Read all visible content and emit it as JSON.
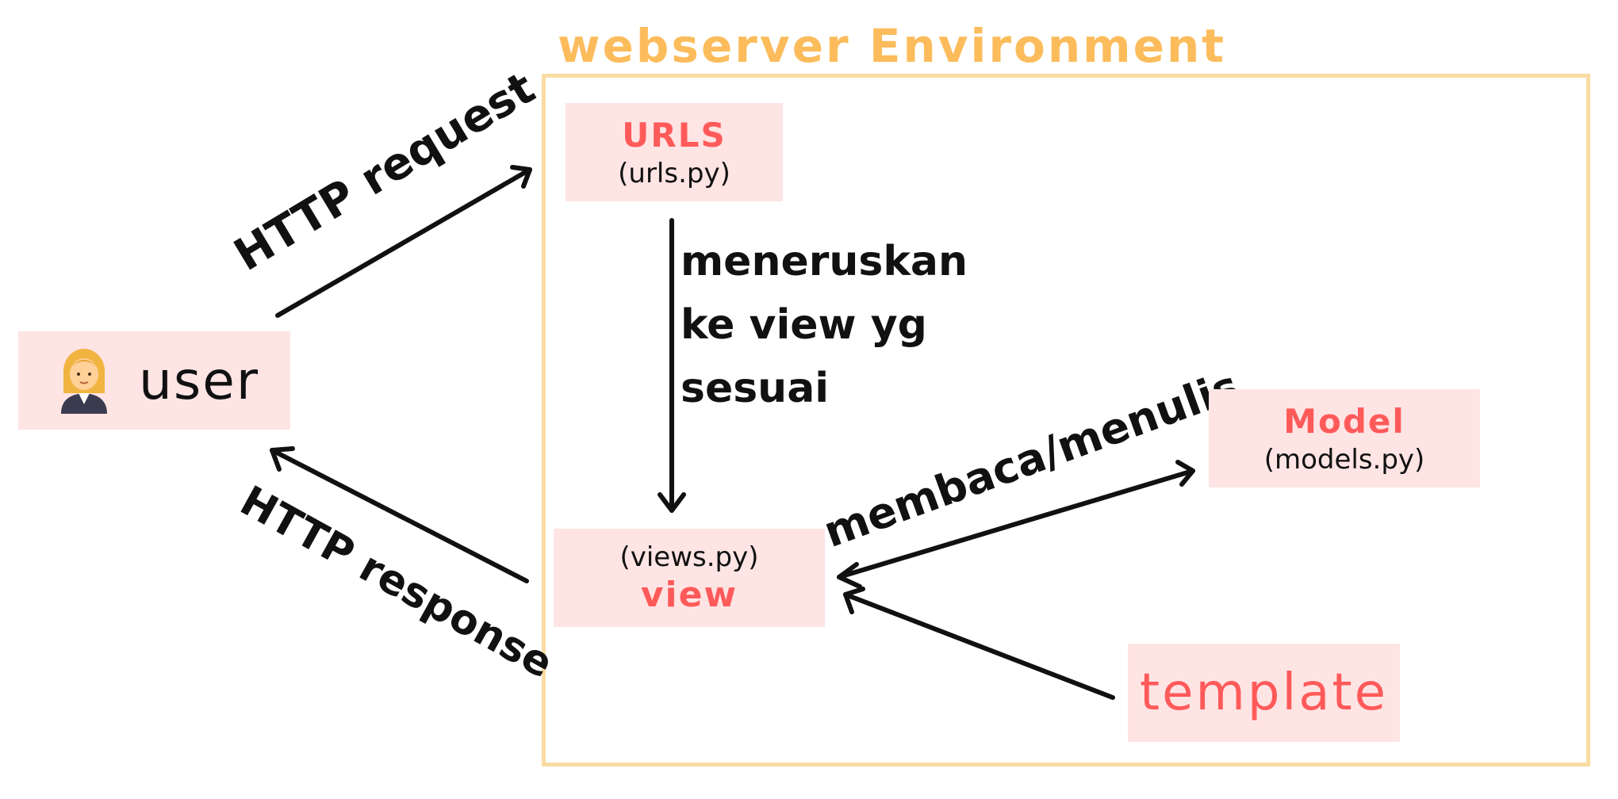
{
  "environment": {
    "title": "webserver Environment"
  },
  "nodes": {
    "user": {
      "label": "user",
      "icon": "woman-office-worker-icon"
    },
    "urls": {
      "title": "URLS",
      "subtitle": "(urls.py)"
    },
    "view": {
      "title": "view",
      "subtitle": "(views.py)"
    },
    "model": {
      "title": "Model",
      "subtitle": "(models.py)"
    },
    "template": {
      "title": "template"
    }
  },
  "edges": {
    "request": {
      "label": "HTTP request"
    },
    "response": {
      "label": "HTTP response"
    },
    "forward": {
      "label": "meneruskan\nke view yg\nsesuai"
    },
    "readwrite": {
      "label": "membaca/menulis"
    }
  },
  "colors": {
    "environment": "#fcbc5c",
    "environment_border": "#f9dca3",
    "node_fill": "#ffe4e4",
    "node_title": "#ff5a5a",
    "ink": "#111111"
  }
}
